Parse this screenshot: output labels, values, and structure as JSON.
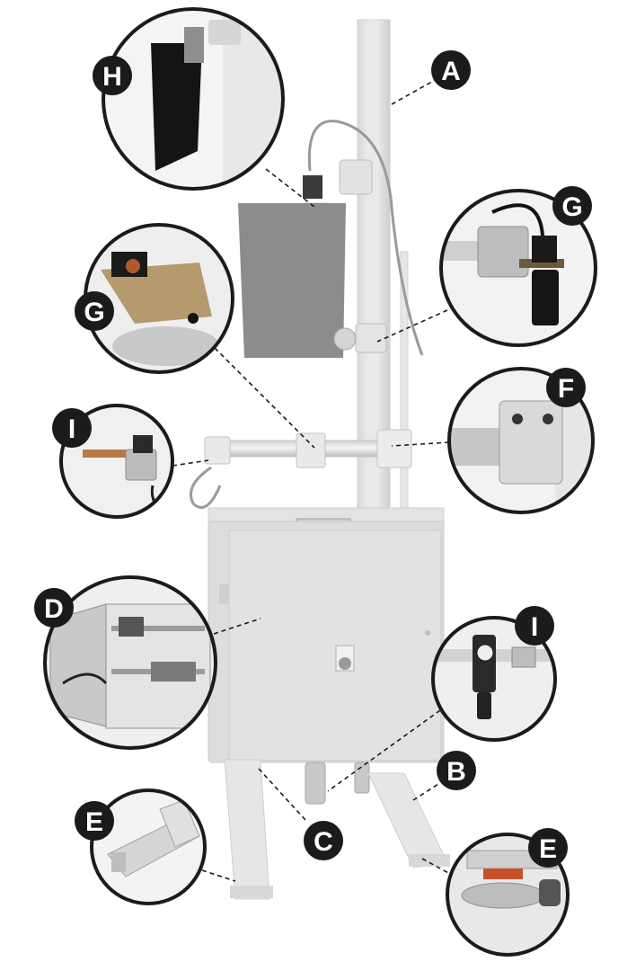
{
  "labels": {
    "A": "A",
    "B": "B",
    "C": "C",
    "D": "D",
    "E_left": "E",
    "E_right": "E",
    "F": "F",
    "G_left": "G",
    "G_right": "G",
    "H": "H",
    "I_left": "I",
    "I_right": "I"
  },
  "colors": {
    "badge": "#1b1b1b",
    "badge_text": "#ffffff",
    "frame": "#e3e3e3",
    "frame_shadow": "#cfcfcf",
    "cabinet": "#dcdcdc",
    "panel": "#8a8a8a",
    "leader": "#1b1b1b"
  }
}
